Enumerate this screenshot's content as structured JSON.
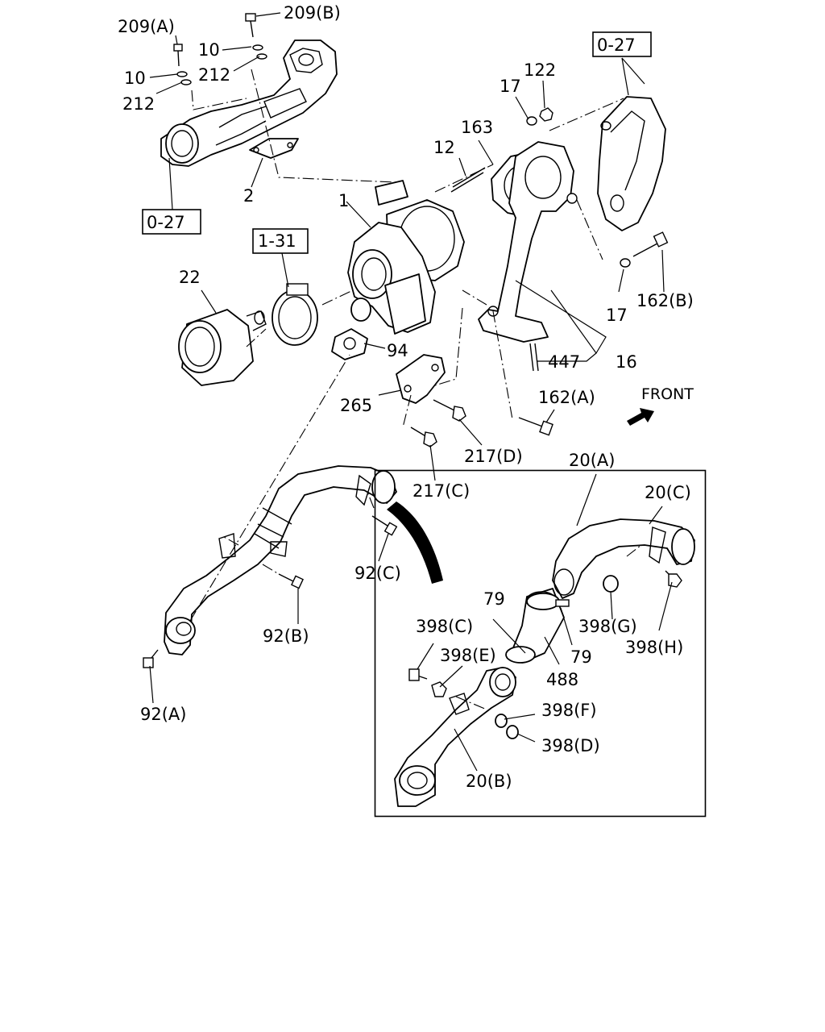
{
  "labels": {
    "l209a": "209(A)",
    "l209b": "209(B)",
    "l10a": "10",
    "l10b": "10",
    "l212a": "212",
    "l212b": "212",
    "l2": "2",
    "l027a": "0-27",
    "l027b": "0-27",
    "l1": "1",
    "l131": "1-31",
    "l22": "22",
    "l94": "94",
    "l12": "12",
    "l163": "163",
    "l17a": "17",
    "l122": "122",
    "l17b": "17",
    "l162b": "162(B)",
    "l447": "447",
    "l16": "16",
    "l162a": "162(A)",
    "l265": "265",
    "l217d": "217(D)",
    "l217c": "217(C)",
    "lfront": "FRONT",
    "l20a": "20(A)",
    "l20c": "20(C)",
    "l92c": "92(C)",
    "l92b": "92(B)",
    "l92a": "92(A)",
    "l79a": "79",
    "l79b": "79",
    "l398c": "398(C)",
    "l398e": "398(E)",
    "l398g": "398(G)",
    "l398h": "398(H)",
    "l488": "488",
    "l398f": "398(F)",
    "l398d": "398(D)",
    "l20b": "20(B)"
  }
}
